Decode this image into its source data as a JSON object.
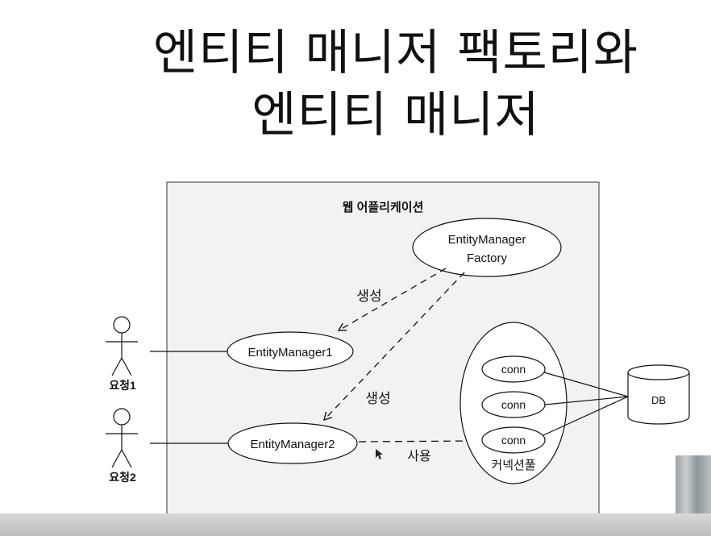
{
  "title": {
    "line1": "엔티티 매니저 팩토리와",
    "line2": "엔티티 매니저"
  },
  "diagram": {
    "container_label": "웹 어플리케이션",
    "factory": {
      "line1": "EntityManager",
      "line2": "Factory"
    },
    "em1": "EntityManager1",
    "em2": "EntityManager2",
    "create_label": "생성",
    "use_label": "사용",
    "pool_label": "커넥션풀",
    "conn": [
      "conn",
      "conn",
      "conn"
    ],
    "db": "DB",
    "actors": [
      "요청1",
      "요청2"
    ]
  }
}
